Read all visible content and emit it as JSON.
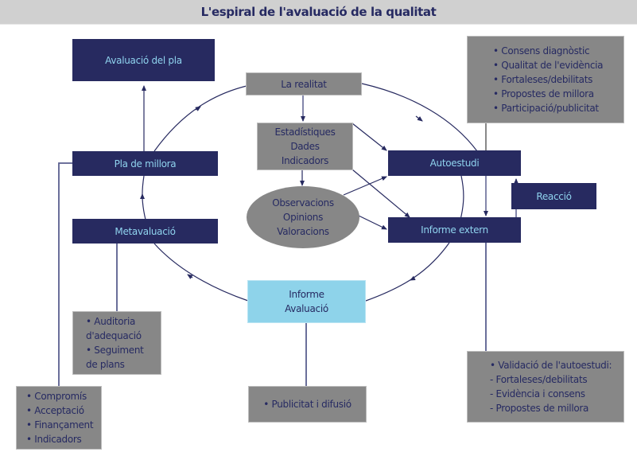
{
  "title": "L'espiral de l'avaluació de la qualitat",
  "colors": {
    "dark_box": "#272a60",
    "dark_box_text": "#8fd3ee",
    "gray_box": "#878787",
    "light_box": "#8ed3ea",
    "text_dark": "#262a62",
    "line": "#272a60"
  },
  "nodes": {
    "avaluacio_pla": "Avaluació del pla",
    "pla_millora": "Pla de millora",
    "metavaluacio": "Metavaluació",
    "la_realitat": "La realitat",
    "estadistiques": [
      "Estadístiques",
      "Dades",
      "Indicadors"
    ],
    "observacions": [
      "Observacions",
      "Opinions",
      "Valoracions"
    ],
    "autoestudi": "Autoestudi",
    "reaccio": "Reacció",
    "informe_extern": "Informe extern",
    "informe_avaluacio": [
      "Informe",
      "Avaluació"
    ]
  },
  "notes": {
    "autoestudi_criteria": [
      "• Consens diagnòstic",
      "• Qualitat de l'evidència",
      "• Fortaleses/debilitats",
      "• Propostes de millora",
      "• Participació/publicitat"
    ],
    "metavaluacio_items": [
      "• Auditoria",
      "   d'adequació",
      "• Seguiment",
      "   de plans"
    ],
    "pla_millora_items": [
      "• Compromís",
      "• Acceptació",
      "• Finançament",
      "• Indicadors"
    ],
    "informe_avaluacio_items": [
      "• Publicitat i difusió"
    ],
    "informe_extern_items": [
      "• Validació de l'autoestudi:",
      "   - Fortaleses/debilitats",
      "   - Evidència i consens",
      "   - Propostes de millora"
    ]
  }
}
